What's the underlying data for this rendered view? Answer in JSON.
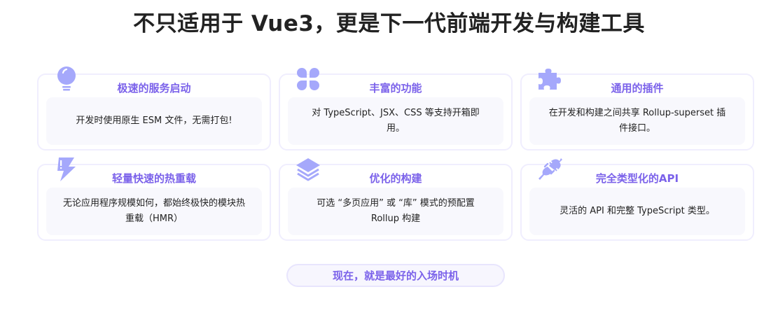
{
  "header": {
    "title": "不只适用于 Vue3，更是下一代前端开发与构建工具"
  },
  "colors": {
    "accent": "#7b62ea",
    "icon": "#a5a8fb",
    "card_border": "#f0eefe",
    "card_inner_bg": "#f8f8fd",
    "title_text": "#222222"
  },
  "features": [
    {
      "icon": "lightbulb-icon",
      "title": "极速的服务启动",
      "description": "开发时使用原生 ESM 文件，无需打包!"
    },
    {
      "icon": "apps-grid-icon",
      "title": "丰富的功能",
      "description": "对 TypeScript、JSX、CSS 等支持开箱即用。"
    },
    {
      "icon": "puzzle-piece-icon",
      "title": "通用的插件",
      "description": "在开发和构建之间共享 Rollup-superset 插件接口。"
    },
    {
      "icon": "lightning-bolt-icon",
      "title": "轻量快速的热重载",
      "description": "无论应用程序规模如何，都始终极快的模块热重载（HMR）"
    },
    {
      "icon": "layers-stack-icon",
      "title": "优化的构建",
      "description": "可选 “多页应用” 或 “库” 模式的预配置 Rollup 构建"
    },
    {
      "icon": "plug-icon",
      "title": "完全类型化的API",
      "description": "灵活的 API 和完整 TypeScript 类型。"
    }
  ],
  "cta": {
    "label": "现在，就是最好的入场时机"
  }
}
